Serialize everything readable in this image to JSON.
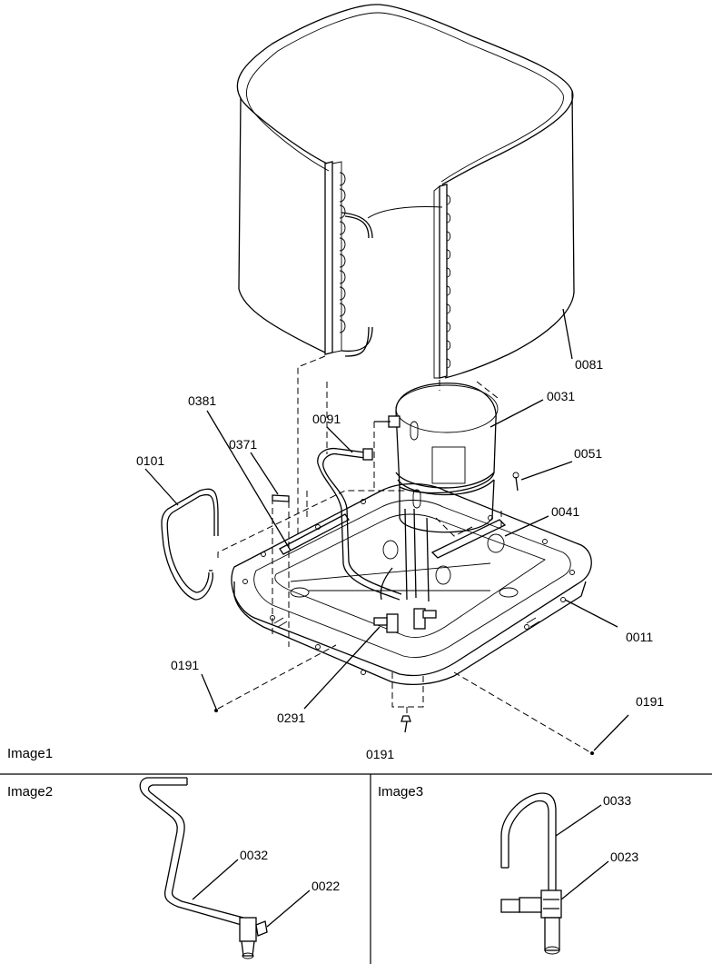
{
  "sections": {
    "image1": "Image1",
    "image2": "Image2",
    "image3": "Image3"
  },
  "parts": {
    "p0081": "0081",
    "p0031": "0031",
    "p0381": "0381",
    "p0091": "0091",
    "p0371": "0371",
    "p0101": "0101",
    "p0051": "0051",
    "p0041": "0041",
    "p0011": "0011",
    "p0191a": "0191",
    "p0291": "0291",
    "p0191b": "0191",
    "p0191c": "0191",
    "p0032": "0032",
    "p0022": "0022",
    "p0033": "0033",
    "p0023": "0023"
  }
}
